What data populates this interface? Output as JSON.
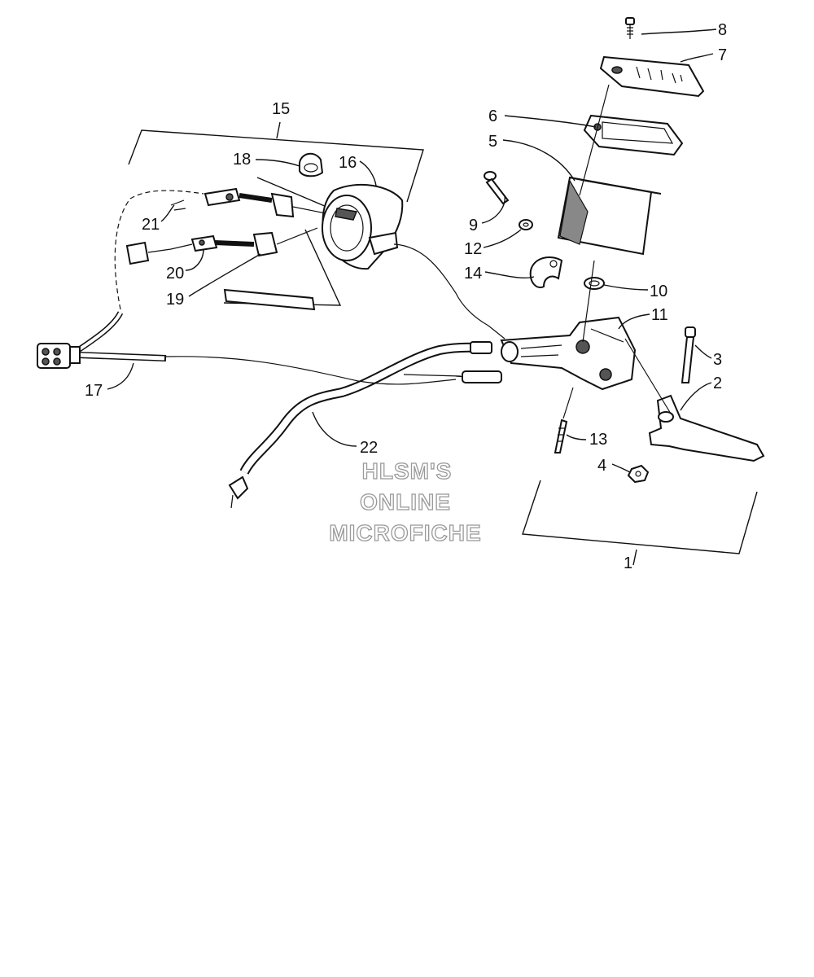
{
  "diagram": {
    "callouts": [
      "1",
      "2",
      "3",
      "4",
      "5",
      "6",
      "7",
      "8",
      "9",
      "10",
      "11",
      "12",
      "13",
      "14",
      "15",
      "16",
      "17",
      "18",
      "19",
      "20",
      "21",
      "22"
    ]
  },
  "watermark": {
    "line1": "HLSM'S",
    "line2": "ONLINE",
    "line3": "MICROFICHE"
  }
}
